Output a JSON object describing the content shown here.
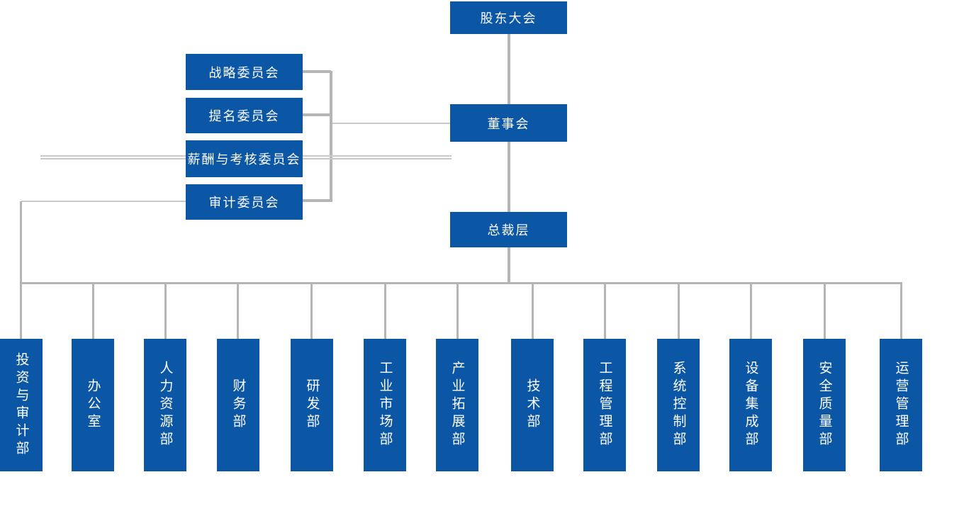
{
  "colors": {
    "node_blue": "#0b56a5",
    "connector_gray": "#b5b5b5",
    "connector_gray_thin": "#c9c9c9",
    "label_white": "#ffffff"
  },
  "org_chart": {
    "root": {
      "label": "股东大会"
    },
    "board": {
      "label": "董事会"
    },
    "executive": {
      "label": "总裁层"
    },
    "committees": [
      {
        "label": "战略委员会"
      },
      {
        "label": "提名委员会"
      },
      {
        "label": "薪酬与考核委员会"
      },
      {
        "label": "审计委员会"
      }
    ],
    "departments": [
      {
        "label": "投资与审计部"
      },
      {
        "label": "办公室"
      },
      {
        "label": "人力资源部"
      },
      {
        "label": "财务部"
      },
      {
        "label": "研发部"
      },
      {
        "label": "工业市场部"
      },
      {
        "label": "产业拓展部"
      },
      {
        "label": "技术部"
      },
      {
        "label": "工程管理部"
      },
      {
        "label": "系统控制部"
      },
      {
        "label": "设备集成部"
      },
      {
        "label": "安全质量部"
      },
      {
        "label": "运营管理部"
      }
    ]
  }
}
